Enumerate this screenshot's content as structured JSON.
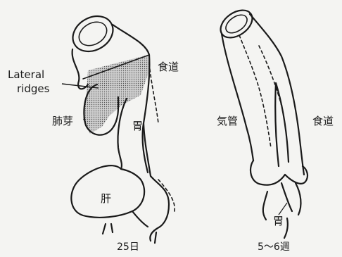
{
  "panel_left": {
    "labels": {
      "lateral_line1": "Lateral",
      "lateral_line2": "ridges",
      "esophagus": "食道",
      "lung_bud": "肺芽",
      "stomach": "胃",
      "liver": "肝"
    },
    "caption": "25日"
  },
  "panel_right": {
    "labels": {
      "trachea": "気管",
      "esophagus": "食道",
      "stomach": "胃"
    },
    "caption": "5～6週"
  }
}
